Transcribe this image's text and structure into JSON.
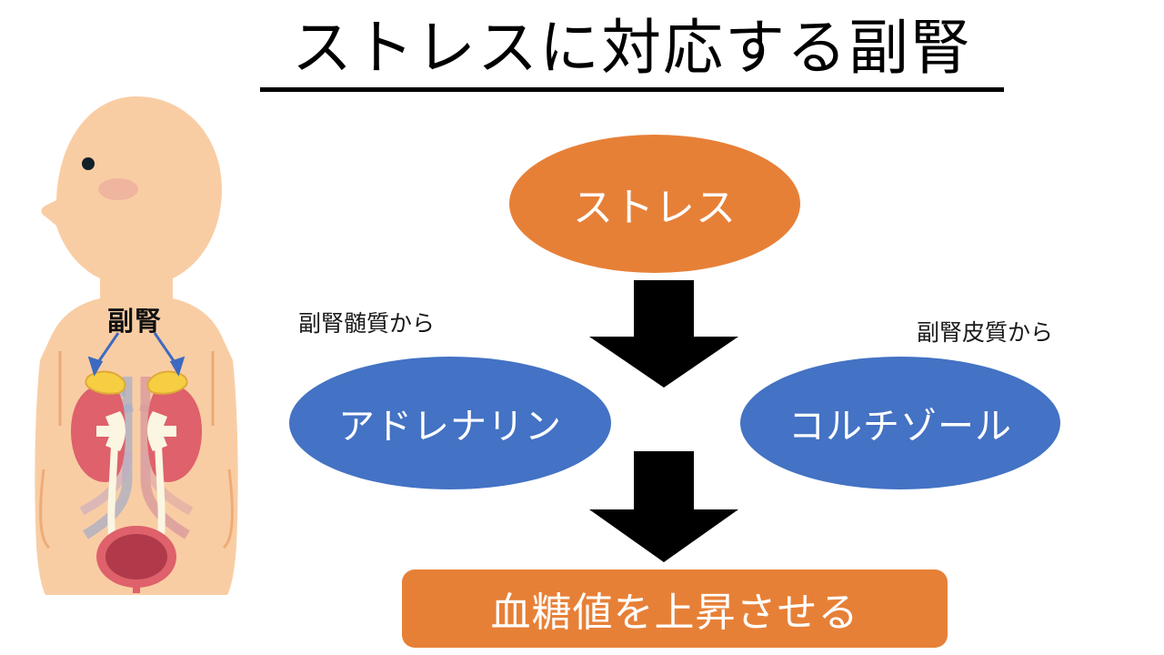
{
  "title": {
    "text": "ストレスに対応する副腎",
    "underline": true
  },
  "colors": {
    "stress_orange": "#E78037",
    "hormone_blue": "#4472C4",
    "result_orange": "#E78037",
    "arrow_black": "#000000",
    "skin": "#F9CDA4",
    "kidney_red": "#E0626A",
    "adrenal_yellow": "#F5CE42",
    "pointer_blue": "#3E69C0",
    "background": "#FFFFFF"
  },
  "flow": {
    "stress": {
      "label": "ストレス",
      "shape": "ellipse"
    },
    "adrenaline": {
      "label": "アドレナリン",
      "shape": "ellipse"
    },
    "cortisol": {
      "label": "コルチゾール",
      "shape": "ellipse"
    },
    "result": {
      "label": "血糖値を上昇させる",
      "shape": "rounded-rect"
    },
    "arrows": [
      {
        "name": "stress-to-hormones",
        "direction": "down"
      },
      {
        "name": "hormones-to-result",
        "direction": "down"
      }
    ]
  },
  "captions": {
    "medulla": "副腎髄質から",
    "cortex": "副腎皮質から"
  },
  "illustration": {
    "label": "副腎",
    "pointer_count": 2,
    "organs": [
      "adrenal-gland-left",
      "adrenal-gland-right",
      "kidney-left",
      "kidney-right",
      "ureter-left",
      "ureter-right",
      "bladder"
    ]
  }
}
